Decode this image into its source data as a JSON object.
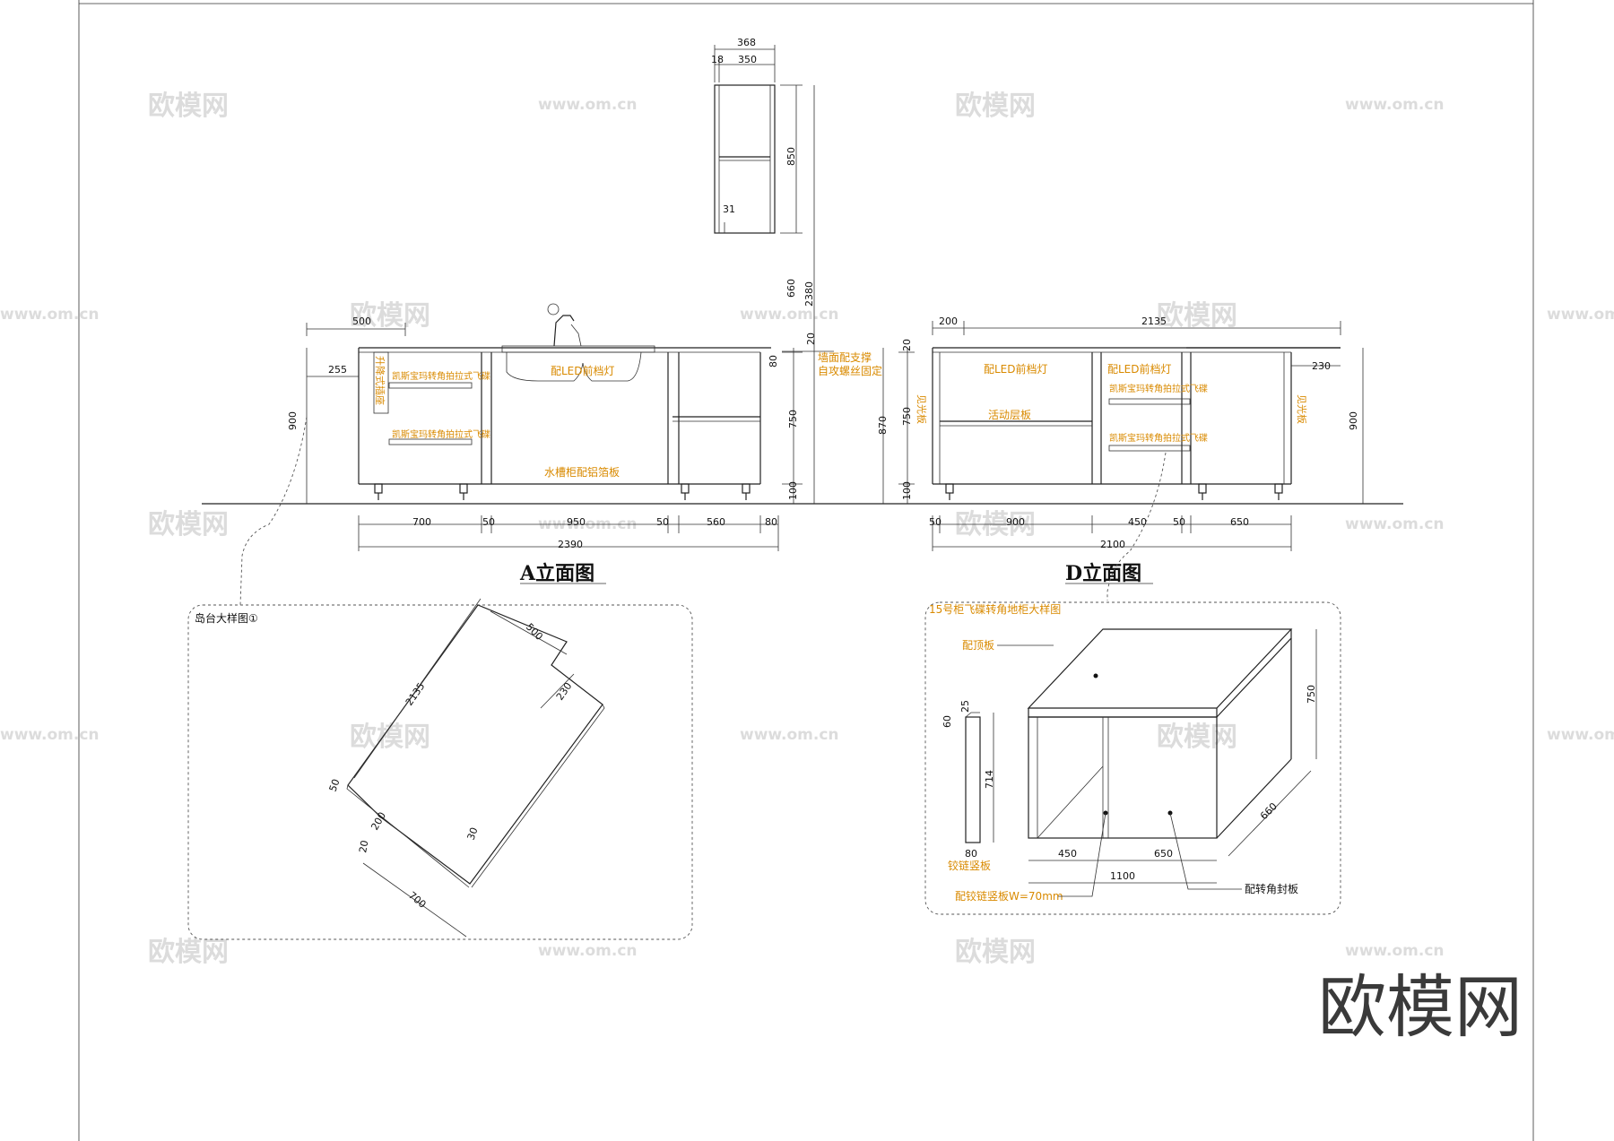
{
  "views": {
    "a_elevation": {
      "title": "A立面图",
      "notes": {
        "lift_socket": "升降式插座",
        "drawer1": "凯斯宝玛转角拍拉式飞碟",
        "drawer2": "凯斯宝玛转角拍拉式飞碟",
        "led": "配LED前档灯",
        "sink_board": "水槽柜配铝箔板",
        "wall_support": "墙面配支撑",
        "wall_screw": "自攻螺丝固定"
      },
      "dims": {
        "top_500": "500",
        "d255": "255",
        "h900": "900",
        "h80": "80",
        "h750": "750",
        "h100": "100",
        "h20": "20",
        "h660": "660",
        "h2380": "2380",
        "w700": "700",
        "w50a": "50",
        "w950": "950",
        "w50b": "50",
        "w560": "560",
        "w80": "80",
        "total": "2390"
      }
    },
    "wall_cabinet": {
      "dims": {
        "w368": "368",
        "w18": "18",
        "w350": "350",
        "h850": "850",
        "d31": "31"
      }
    },
    "d_elevation": {
      "title": "D立面图",
      "notes": {
        "led1": "配LED前档灯",
        "led2": "配LED前档灯",
        "drawer1": "凯斯宝玛转角拍拉式飞碟",
        "drawer2": "凯斯宝玛转角拍拉式飞碟",
        "shelf": "活动层板",
        "panel_left": "见光板",
        "panel_right": "见光板"
      },
      "dims": {
        "top200": "200",
        "top2135": "2135",
        "h20": "20",
        "h230": "230",
        "h870": "870",
        "h750": "750",
        "h100": "100",
        "h900": "900",
        "w50a": "50",
        "w900": "900",
        "w450": "450",
        "w50b": "50",
        "w650": "650",
        "total": "2100"
      }
    },
    "island_detail": {
      "title": "岛台大样图①",
      "dims": {
        "d500": "500",
        "d2135": "2135",
        "d230": "230",
        "d50": "50",
        "d200": "200",
        "d20": "20",
        "d30": "30",
        "d700": "700"
      }
    },
    "corner_detail": {
      "title": "15号柜飞碟转角地柜大样图",
      "notes": {
        "top_panel": "配顶板",
        "hinge_panel": "铰链竖板",
        "hinge_panel_w": "配铰链竖板W=70mm",
        "corner_seal": "配转角封板"
      },
      "dims": {
        "d25": "25",
        "d60": "60",
        "d714": "714",
        "d80": "80",
        "d750": "750",
        "d660": "660",
        "d450": "450",
        "d650": "650",
        "d1100": "1100"
      }
    }
  },
  "watermark": {
    "brand": "欧模网",
    "url": "www.om.cn"
  }
}
